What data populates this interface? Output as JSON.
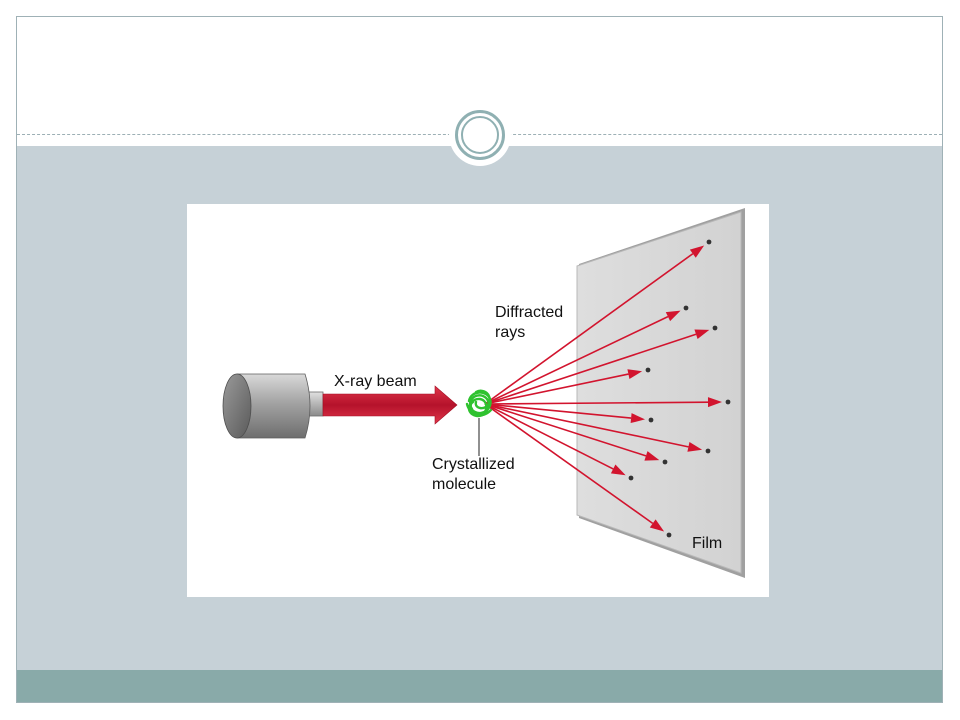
{
  "diagram": {
    "labels": {
      "xray_beam": "X-ray beam",
      "diffracted_rays": [
        "Diffracted",
        "rays"
      ],
      "crystallized_molecule": [
        "Crystallized",
        "molecule"
      ],
      "film": "Film"
    },
    "colors": {
      "ray": "#d2142e",
      "molecule": "#2fc22f",
      "film": "#dcdcdc",
      "source_body": "#8c8c8c"
    }
  }
}
